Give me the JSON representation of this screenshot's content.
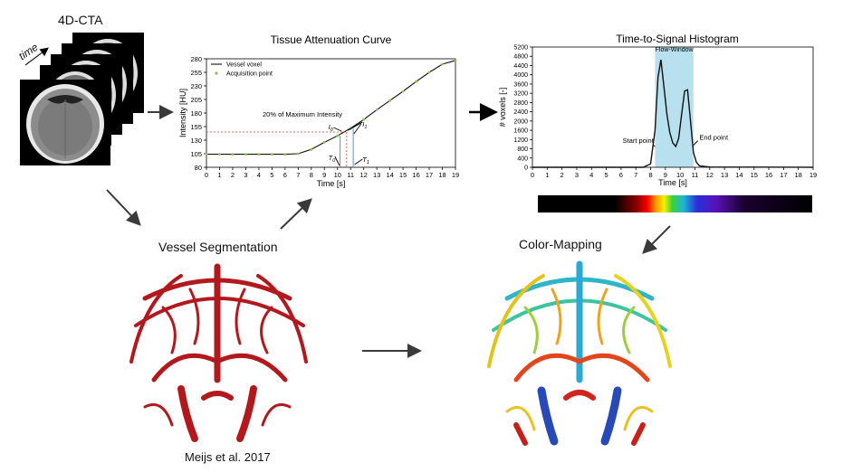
{
  "labels": {
    "cta": "4D-CTA",
    "time": "time",
    "vessel_segmentation": "Vessel Segmentation",
    "color_mapping": "Color-Mapping",
    "citation": "Meijs et al. 2017"
  },
  "colors": {
    "vessel": "#b3181c",
    "curve": "#111111",
    "points": "#8bc34a",
    "window": "#b9e0ee",
    "arrow": "#3a3a3a",
    "threshold": "#e0442f"
  },
  "chart_data": [
    {
      "type": "line",
      "title": "Tissue Attenuation Curve",
      "xlabel": "Time [s]",
      "ylabel": "Intensity [HU]",
      "xlim": [
        0,
        19
      ],
      "ylim": [
        80,
        280
      ],
      "xticks": [
        0,
        1,
        2,
        3,
        4,
        5,
        6,
        7,
        8,
        9,
        10,
        11,
        12,
        13,
        14,
        15,
        16,
        17,
        18,
        19
      ],
      "yticks": [
        80,
        105,
        130,
        155,
        180,
        205,
        230,
        255,
        280
      ],
      "series": [
        {
          "name": "Vessel voxel",
          "x": [
            0,
            1,
            2,
            3,
            4,
            5,
            6,
            7,
            8,
            9,
            10,
            11,
            12,
            13,
            14,
            15,
            16,
            17,
            18,
            19
          ],
          "y": [
            104,
            104,
            104,
            104,
            104,
            104,
            104,
            105,
            113,
            126,
            138,
            152,
            168,
            186,
            203,
            220,
            238,
            255,
            270,
            277
          ]
        },
        {
          "name": "Acquisition point",
          "x": [
            0,
            1,
            2,
            3,
            4,
            5,
            6,
            7,
            8,
            9,
            10,
            11,
            12,
            13,
            14,
            15,
            16,
            17,
            18,
            19
          ],
          "y": [
            104,
            104,
            104,
            104,
            104,
            104,
            104,
            105,
            113,
            126,
            138,
            152,
            168,
            186,
            203,
            220,
            238,
            255,
            270,
            277
          ]
        }
      ],
      "annotations": {
        "max_text": "20% of Maximum Intensity",
        "i0": "I",
        "i0_sub": "0",
        "i1": "I",
        "i1_sub": "1",
        "t0": "T",
        "t0_sub": "0",
        "t1": "T",
        "t1_sub": "1",
        "threshold_y": 145,
        "t0_x": 10.2,
        "t1_x": 11.2,
        "threshold_x": 10.7
      },
      "grid": false,
      "legend": "top-left"
    },
    {
      "type": "line",
      "title": "Time-to-Signal Histogram",
      "xlabel": "Time [s]",
      "ylabel": "# voxels [-]",
      "xlim": [
        0,
        19
      ],
      "ylim": [
        0,
        5200
      ],
      "xticks": [
        0,
        1,
        2,
        3,
        4,
        5,
        6,
        7,
        8,
        9,
        10,
        11,
        12,
        13,
        14,
        15,
        16,
        17,
        18,
        19
      ],
      "yticks": [
        0,
        400,
        800,
        1200,
        1600,
        2000,
        2400,
        2800,
        3200,
        3600,
        4000,
        4400,
        4800,
        5200
      ],
      "x": [
        0,
        7.5,
        8.0,
        8.3,
        8.5,
        8.7,
        8.9,
        9.1,
        9.3,
        9.5,
        9.7,
        9.9,
        10.1,
        10.3,
        10.5,
        10.7,
        10.9,
        11.1,
        11.3,
        12,
        19
      ],
      "y": [
        0,
        0,
        150,
        1600,
        3900,
        4650,
        3500,
        2300,
        1500,
        1050,
        900,
        1250,
        2300,
        3300,
        3350,
        2000,
        650,
        220,
        60,
        10,
        0
      ],
      "window": [
        8.3,
        10.9
      ],
      "annotations": {
        "window_label": "Flow-Window",
        "start_label": "Start point",
        "end_label": "End point"
      },
      "grid": false
    }
  ]
}
